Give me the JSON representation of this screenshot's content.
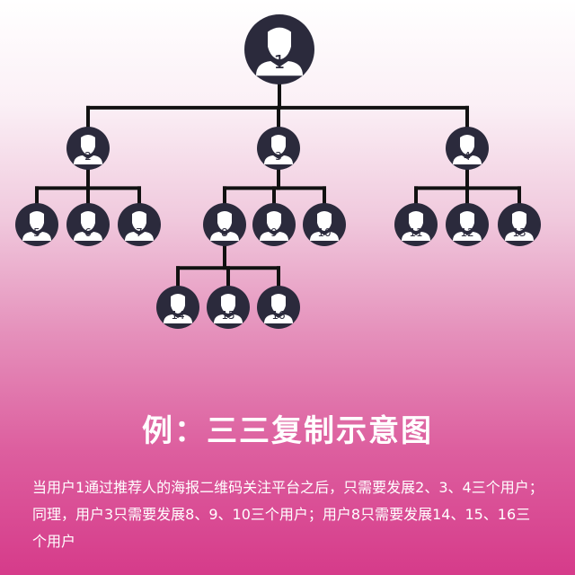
{
  "diagram": {
    "line_color": "#111111",
    "node_color": "#2b2a3c",
    "person_color": "#ffffff",
    "label_color": "#2b2a3c",
    "nodes": [
      {
        "id": "1",
        "parent": null
      },
      {
        "id": "2",
        "parent": "1"
      },
      {
        "id": "3",
        "parent": "1"
      },
      {
        "id": "4",
        "parent": "1"
      },
      {
        "id": "5",
        "parent": "2"
      },
      {
        "id": "6",
        "parent": "2"
      },
      {
        "id": "7",
        "parent": "2"
      },
      {
        "id": "8",
        "parent": "3"
      },
      {
        "id": "9",
        "parent": "3"
      },
      {
        "id": "10",
        "parent": "3"
      },
      {
        "id": "11",
        "parent": "4"
      },
      {
        "id": "12",
        "parent": "4"
      },
      {
        "id": "13",
        "parent": "4"
      },
      {
        "id": "14",
        "parent": "8"
      },
      {
        "id": "15",
        "parent": "8"
      },
      {
        "id": "16",
        "parent": "8"
      }
    ]
  },
  "caption": {
    "title": "例：三三复制示意图",
    "description": "当用户1通过推荐人的海报二维码关注平台之后，只需要发展2、3、4三个用户；同理，用户3只需要发展8、9、10三个用户；用户8只需要发展14、15、16三个用户"
  }
}
